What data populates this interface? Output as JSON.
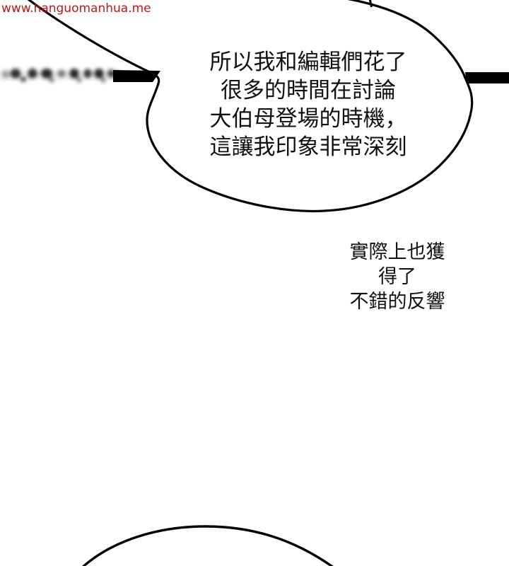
{
  "watermark": {
    "text": "www.hanguomanhua.me",
    "color": "#c01818"
  },
  "bubble1": {
    "text": "所以我和編輯們花了\n很多的時間在討論\n大伯母登場的時機，\n這讓我印象非常深刻"
  },
  "caption": {
    "text": "實際上也獲得了\n不錯的反響"
  },
  "colors": {
    "ink": "#000000",
    "paper": "#ffffff"
  }
}
